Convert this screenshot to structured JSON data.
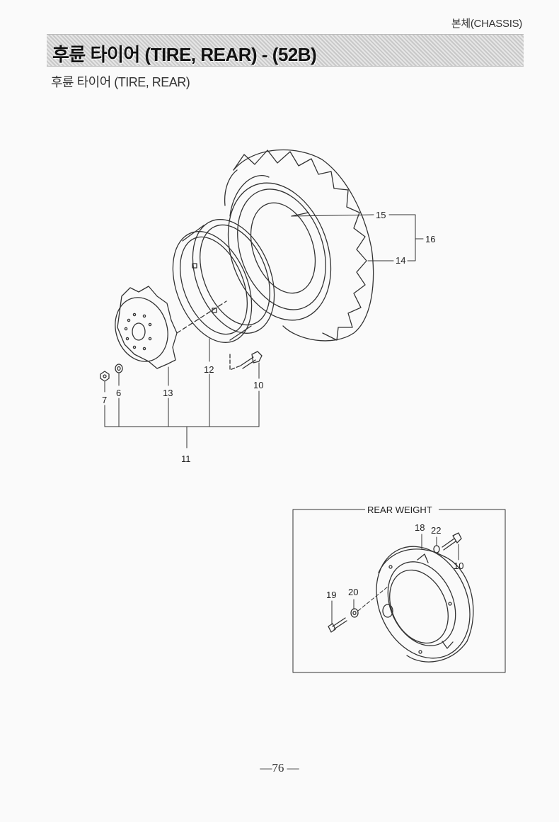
{
  "header": {
    "section": "본체(CHASSIS)"
  },
  "banner": {
    "title": "후륜 타이어  (TIRE, REAR) - (52B)"
  },
  "subtitle": "후륜 타이어 (TIRE, REAR)",
  "parts": {
    "p15": "15",
    "p16": "16",
    "p14": "14",
    "p12": "12",
    "p13": "13",
    "p10": "10",
    "p7": "7",
    "p6": "6",
    "p11": "11"
  },
  "rear_weight": {
    "title": "REAR WEIGHT",
    "p18": "18",
    "p22": "22",
    "p10": "10",
    "p19": "19",
    "p20": "20"
  },
  "footer": {
    "page": "—76 —"
  }
}
